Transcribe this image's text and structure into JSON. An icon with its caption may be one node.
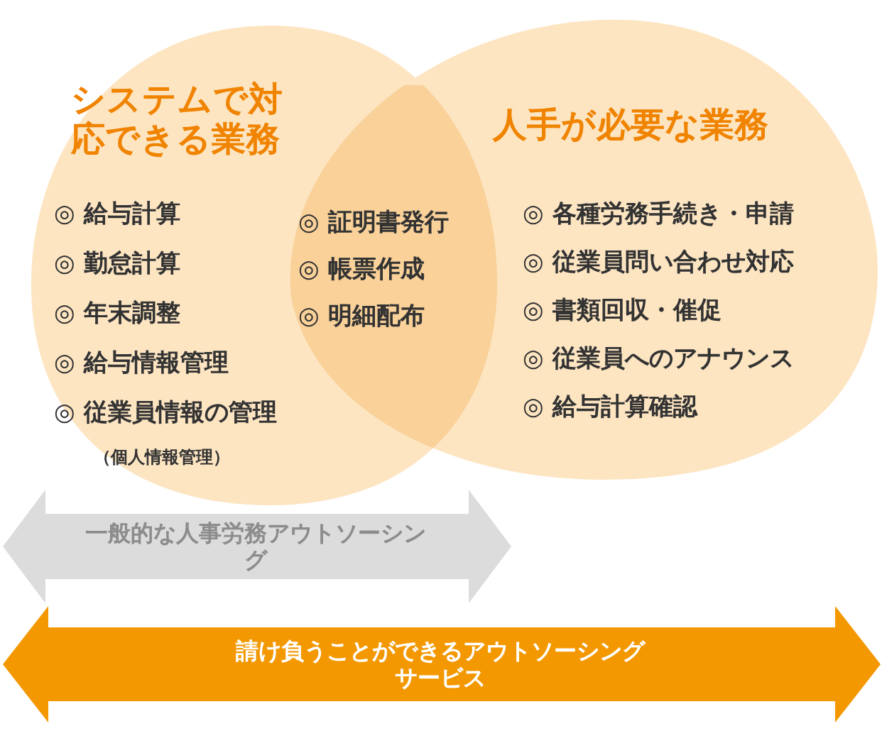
{
  "diagram": {
    "nodes": [
      {
        "text": [
          "システムで対応できる業務",
          "◎ 給与計算",
          "◎ 勤怠計算",
          "◎ 年末調整",
          "◎ 給与情報管理",
          "◎ 従業員情報の管理",
          "（個人情報管理）"
        ]
      },
      {
        "text": [
          "人手が必要な業務",
          "◎ 各種労務手続き・申請",
          "◎ 従業員問い合わせ対応",
          "◎ 書類回収・催促",
          "◎ 従業員へのアナウンス",
          "◎ 給与計算確認"
        ]
      },
      {
        "text": [
          "◎ 証明書発行",
          "◎ 帳票作成",
          "◎ 明細配布"
        ]
      },
      {
        "text": [
          "一般的な人事労務アウトソーシング"
        ]
      },
      {
        "text": [
          "請け負うことができるアウトソーシングサービス"
        ]
      }
    ]
  }
}
